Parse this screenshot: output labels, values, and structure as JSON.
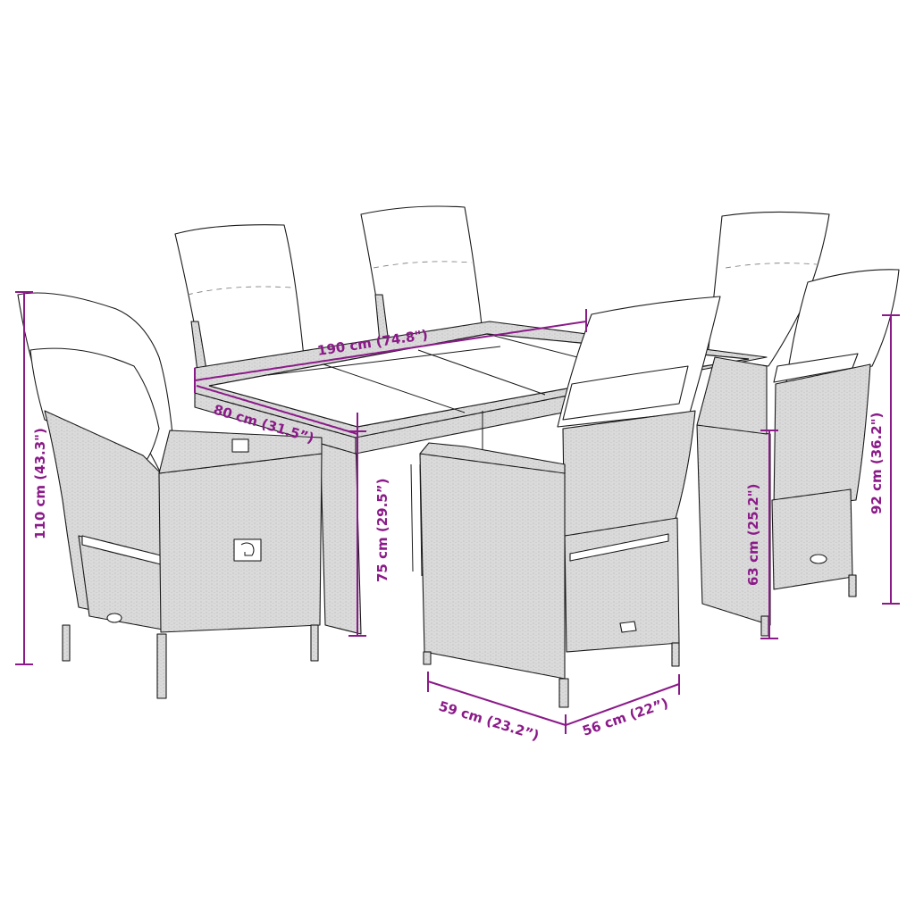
{
  "figure": {
    "subject": "Outdoor rattan dining set: 1 table with glass top and 6 reclining chairs with cushions",
    "annotation_color": "#8B1A89",
    "line_color": "#1a1a1a",
    "background": "#ffffff"
  },
  "dimensions": {
    "table_length": {
      "label": "190 cm (74.8\")",
      "value_cm": 190,
      "value_in": 74.8
    },
    "table_width": {
      "label": "80 cm (31.5”)",
      "value_cm": 80,
      "value_in": 31.5
    },
    "table_height": {
      "label": "75 cm (29.5”)",
      "value_cm": 75,
      "value_in": 29.5
    },
    "chair_total_height": {
      "label": "110 cm (43.3\")",
      "value_cm": 110,
      "value_in": 43.3
    },
    "chair_backrest_height": {
      "label": "92 cm (36.2\")",
      "value_cm": 92,
      "value_in": 36.2
    },
    "chair_armrest_height": {
      "label": "63 cm (25.2\")",
      "value_cm": 63,
      "value_in": 25.2
    },
    "chair_depth": {
      "label": "59 cm (23.2”)",
      "value_cm": 59,
      "value_in": 23.2
    },
    "chair_width": {
      "label": "56 cm (22”)",
      "value_cm": 56,
      "value_in": 22
    }
  },
  "items": [
    {
      "name": "table",
      "count": 1
    },
    {
      "name": "chair",
      "count": 6
    }
  ]
}
